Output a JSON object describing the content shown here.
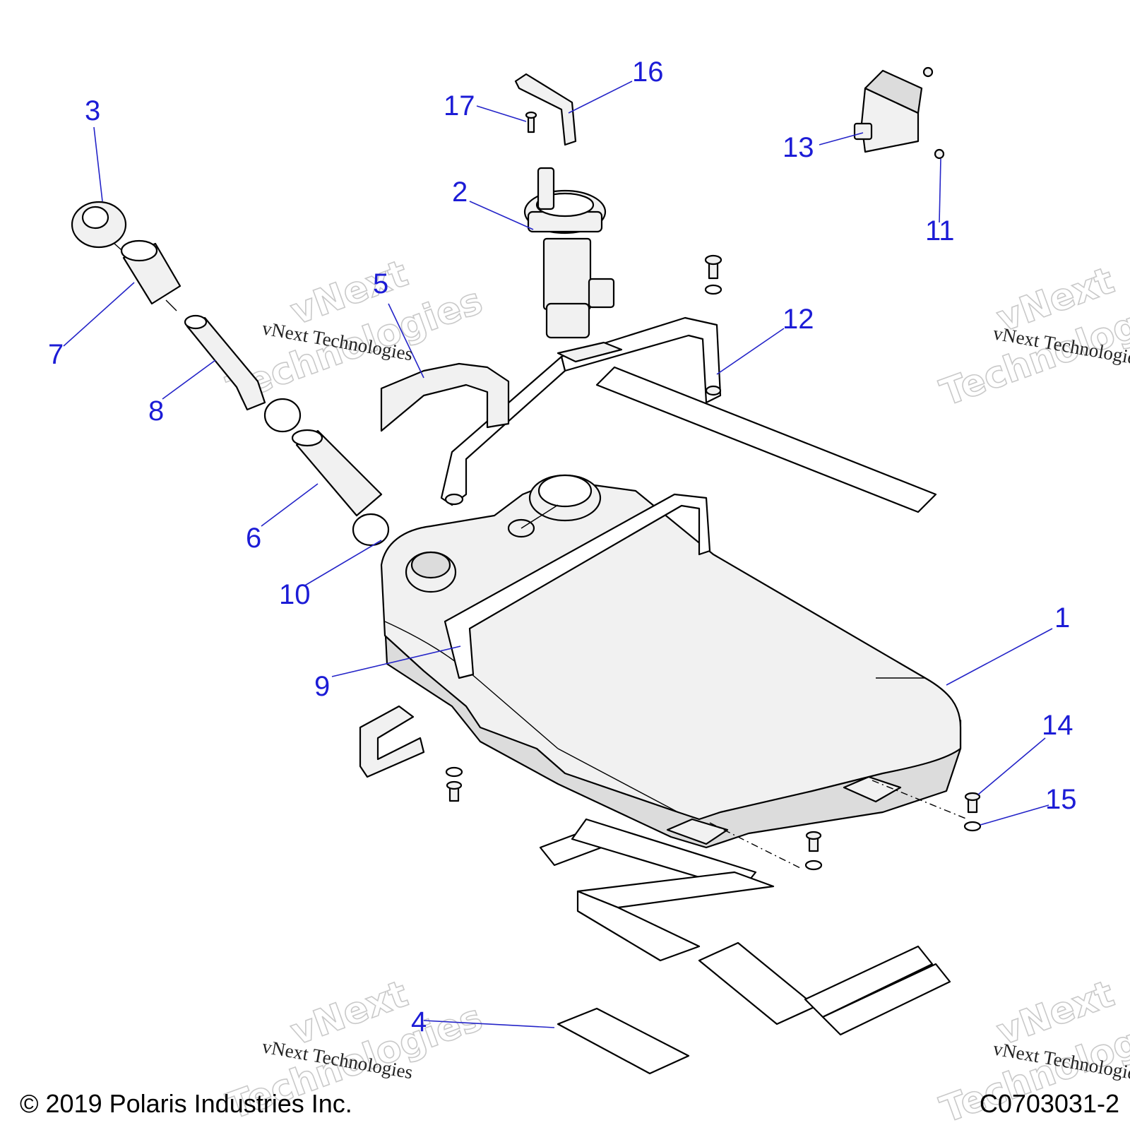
{
  "callouts": [
    "1",
    "2",
    "3",
    "4",
    "5",
    "6",
    "7",
    "8",
    "9",
    "10",
    "11",
    "12",
    "13",
    "14",
    "15",
    "16",
    "17"
  ],
  "watermark": {
    "line": "vNext Technologies",
    "brand": "vNext",
    "product": "Technologies"
  },
  "footer": {
    "copyright": "© 2019 Polaris Industries Inc.",
    "drawing_number": "C0703031-2"
  },
  "colors": {
    "callout_text": "#1c1cd6",
    "leader_line": "#2424c8",
    "part_fill": "#f1f1f1",
    "outline": "#000000"
  }
}
